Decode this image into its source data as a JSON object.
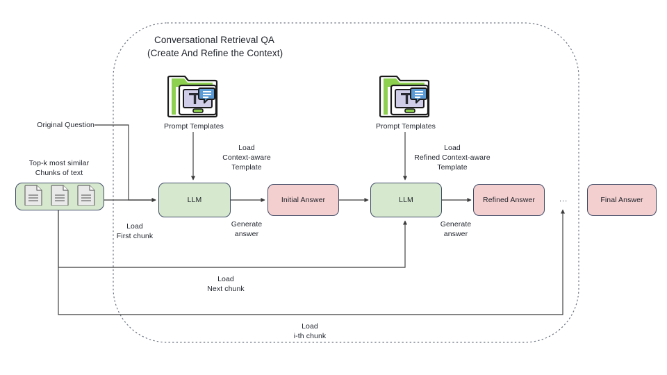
{
  "diagram": {
    "title_line1": "Conversational Retrieval QA",
    "title_line2": "(Create And Refine the Context)",
    "boundary_style": "dotted-rounded-container"
  },
  "inputs": {
    "original_question": "Original Question",
    "chunks_label_line1": "Top-k most similar",
    "chunks_label_line2": "Chunks of text",
    "chunk_count": 3,
    "chunk_icon": "document-icon"
  },
  "templates": [
    {
      "label": "Prompt Templates",
      "icon": "prompt-template-icon"
    },
    {
      "label": "Prompt Templates",
      "icon": "prompt-template-icon"
    }
  ],
  "nodes": [
    {
      "id": "llm-1",
      "label": "LLM",
      "color": "#d6e9ce"
    },
    {
      "id": "initial-answer",
      "label": "Initial Answer",
      "color": "#f3cfcf"
    },
    {
      "id": "llm-2",
      "label": "LLM",
      "color": "#d6e9ce"
    },
    {
      "id": "refined-answer",
      "label": "Refined Answer",
      "color": "#f3cfcf"
    },
    {
      "id": "final-answer",
      "label": "Final Answer",
      "color": "#f3cfcf"
    }
  ],
  "edge_labels": {
    "load_context_aware": "Load\nContext-aware\nTemplate",
    "load_refined_context_aware": "Load\nRefined Context-aware\nTemplate",
    "load_first_chunk": "Load\nFirst chunk",
    "generate_answer_1": "Generate\nanswer",
    "generate_answer_2": "Generate\nanswer",
    "load_next_chunk": "Load\nNext chunk",
    "load_ith_chunk": "Load\ni-th chunk",
    "continuation": "..."
  },
  "colors": {
    "green_fill": "#d6e9ce",
    "pink_fill": "#f3cfcf",
    "node_stroke": "#3f4a66",
    "edge_stroke": "#3b3b3b",
    "boundary_stroke": "#6b7280",
    "icon_green": "#7fc243",
    "icon_blue": "#5b9bd5",
    "icon_lavender": "#cfcde8"
  }
}
